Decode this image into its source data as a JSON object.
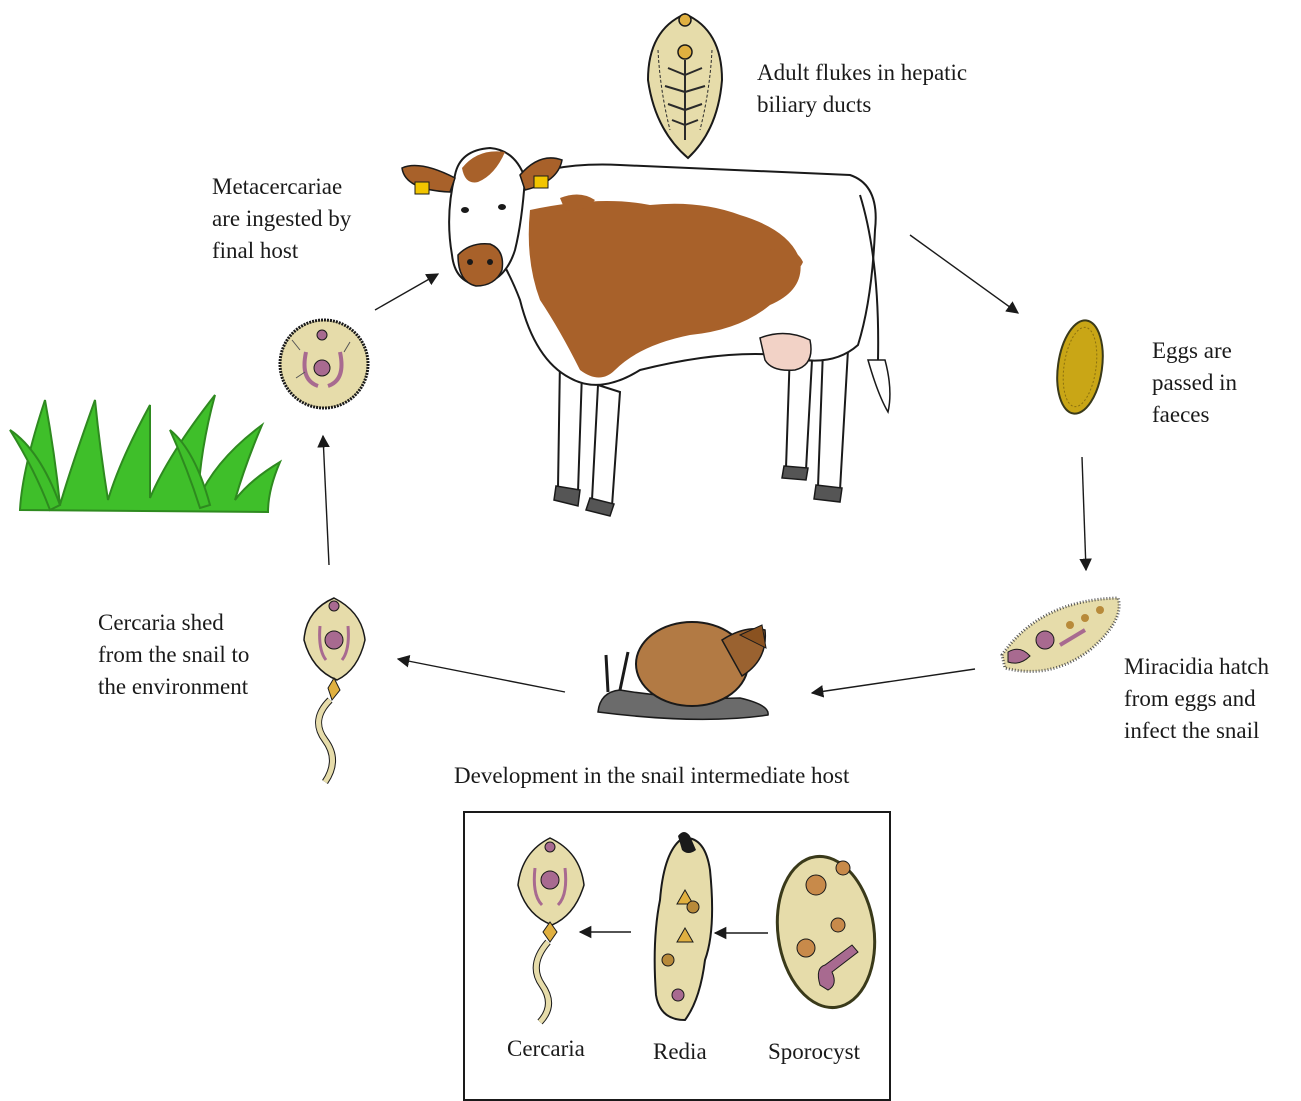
{
  "labels": {
    "adult": [
      "Adult flukes in hepatic",
      "biliary ducts"
    ],
    "eggs": [
      "Eggs are",
      "passed in",
      "faeces"
    ],
    "miracidia": [
      "Miracidia hatch",
      "from eggs and",
      "infect the snail"
    ],
    "cercaria_shed": [
      "Cercaria shed",
      "from the snail to",
      "the environment"
    ],
    "metacercariae": [
      "Metacercariae",
      "are ingested by",
      "final host"
    ],
    "development": "Development in the snail intermediate host",
    "stage_cercaria": "Cercaria",
    "stage_redia": "Redia",
    "stage_sporocyst": "Sporocyst"
  },
  "colors": {
    "cow_brown": "#a8612a",
    "parasite_fill": "#e6dcaa",
    "egg_yellow": "#c9a616",
    "grass_green": "#3fbf2a",
    "snail_shell": "#b27a44",
    "snail_body": "#6b6b6b",
    "organ_pink": "#a86a90"
  },
  "icons": [
    "cow-icon",
    "adult-fluke-icon",
    "egg-icon",
    "miracidium-icon",
    "snail-icon",
    "cercaria-icon",
    "metacercaria-icon",
    "grass-icon",
    "sporocyst-icon",
    "redia-icon"
  ]
}
